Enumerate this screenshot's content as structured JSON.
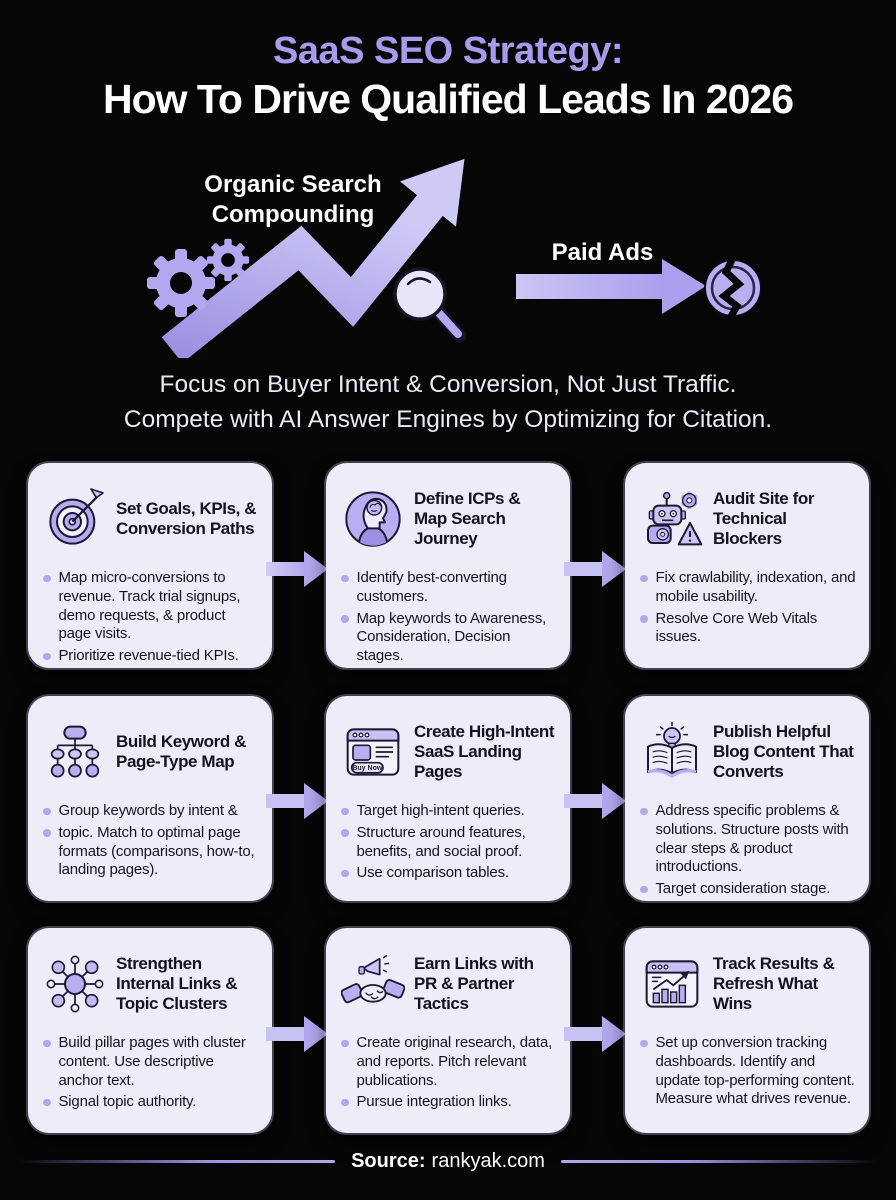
{
  "colors": {
    "background": "#060606",
    "accent_purple": "#a89bec",
    "icon_purple": "#b6abf0",
    "icon_purple_light": "#cdc5f4",
    "card_background": "#efecf9",
    "card_text": "#16131f",
    "bullet_dot": "#b2a7ea",
    "footer_line": "#9e92e6",
    "title_white": "#ffffff"
  },
  "header": {
    "eyebrow": "SaaS SEO Strategy:",
    "title": "How To Drive Qualified Leads In 2026"
  },
  "hero": {
    "organic_label_line1": "Organic Search",
    "organic_label_line2": "Compounding",
    "paid_label": "Paid Ads",
    "icons": [
      "gears-icon",
      "growth-arrow-icon",
      "magnifier-icon",
      "paid-ads-arrow-icon",
      "broken-coin-icon"
    ]
  },
  "subtitle": {
    "line1": "Focus on Buyer Intent & Conversion, Not Just Traffic.",
    "line2": "Compete with AI Answer Engines by Optimizing for Citation."
  },
  "cards": [
    {
      "icon": "target-icon",
      "title": "Set Goals, KPIs, & Conversion Paths",
      "bullets": [
        "Map micro-conversions to revenue. Track trial signups, demo requests, & product page visits.",
        "Prioritize revenue-tied KPIs."
      ]
    },
    {
      "icon": "persona-brain-icon",
      "title": "Define ICPs & Map Search Journey",
      "bullets": [
        "Identify best-converting customers.",
        "Map keywords to Awareness, Consideration, Decision stages."
      ]
    },
    {
      "icon": "robot-audit-icon",
      "title": "Audit Site for Technical Blockers",
      "bullets": [
        "Fix crawlability, indexation, and mobile usability.",
        "Resolve Core Web Vitals issues."
      ]
    },
    {
      "icon": "sitemap-icon",
      "title": "Build Keyword & Page-Type Map",
      "bullets": [
        "Group keywords by intent &",
        "topic. Match to optimal page formats (comparisons, how-to, landing pages)."
      ]
    },
    {
      "icon": "landing-page-icon",
      "icon_label": "Buy Now",
      "title": "Create High-Intent SaaS Landing Pages",
      "bullets": [
        "Target high-intent queries.",
        "Structure around features, benefits, and social proof.",
        "Use comparison tables."
      ]
    },
    {
      "icon": "book-bulb-icon",
      "title": "Publish Helpful Blog Content That Converts",
      "bullets": [
        "Address specific problems & solutions. Structure posts with clear steps & product introductions.",
        "Target consideration stage."
      ]
    },
    {
      "icon": "topic-cluster-icon",
      "title": "Strengthen Internal Links & Topic Clusters",
      "bullets": [
        "Build pillar pages with cluster content. Use descriptive anchor text.",
        "Signal topic authority."
      ]
    },
    {
      "icon": "handshake-megaphone-icon",
      "title": "Earn Links with PR & Partner Tactics",
      "bullets": [
        "Create original research, data, and reports. Pitch relevant publications.",
        "Pursue integration links."
      ]
    },
    {
      "icon": "dashboard-icon",
      "title": "Track Results & Refresh What Wins",
      "bullets": [
        "Set up conversion tracking dashboards. Identify and update top-performing content. Measure what drives revenue."
      ]
    }
  ],
  "footer": {
    "source_label": "Source:",
    "source_value": "rankyak.com"
  }
}
